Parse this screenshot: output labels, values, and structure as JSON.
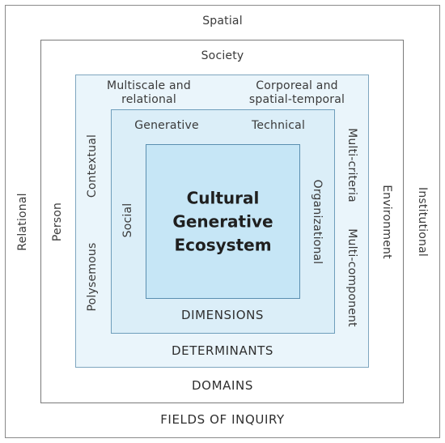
{
  "fields_of_inquiry": {
    "caption": "FIELDS OF INQUIRY",
    "top": "Spatial",
    "left": "Relational",
    "right": "Institutional"
  },
  "domains": {
    "caption": "DOMAINS",
    "top": "Society",
    "left": "Person",
    "right": "Environment"
  },
  "determinants": {
    "caption": "DETERMINANTS",
    "top_left": "Multiscale and\nrelational",
    "top_right": "Corporeal and\nspatial-temporal",
    "left_top": "Contextual",
    "left_bottom": "Polysemous",
    "right_top": "Multi-criteria",
    "right_bottom": "Multi-component"
  },
  "dimensions": {
    "caption": "DIMENSIONS",
    "top_left": "Generative",
    "top_right": "Technical",
    "left": "Social",
    "right": "Organizational"
  },
  "core": {
    "title": "Cultural Generative Ecosystem"
  },
  "colors": {
    "determinants_fill": "#eaf5fb",
    "dimensions_fill": "#dbeef8",
    "core_fill": "#c6e6f6",
    "border_blue": "#6e9dbb"
  }
}
